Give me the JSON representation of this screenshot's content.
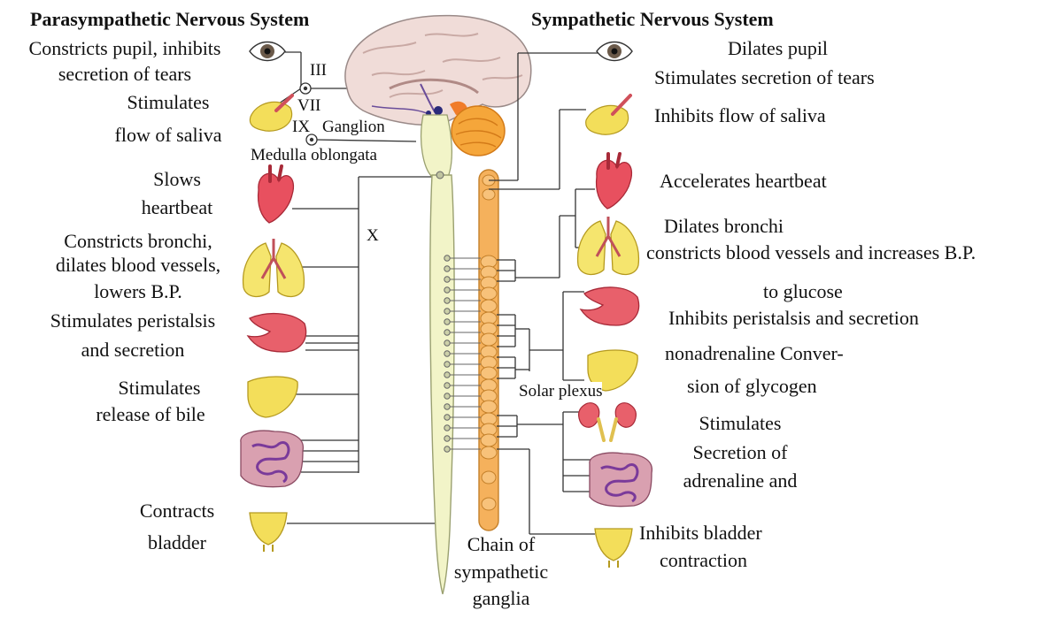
{
  "headings": {
    "parasympathetic": "Parasympathetic Nervous System",
    "sympathetic": "Sympathetic Nervous System"
  },
  "parasympathetic_effects": {
    "eye_line1": "Constricts pupil, inhibits",
    "eye_line2": "secretion of tears",
    "saliva_line1": "Stimulates",
    "saliva_line2": "flow of saliva",
    "heart_line1": "Slows",
    "heart_line2": "heartbeat",
    "lungs_line1": "Constricts bronchi,",
    "lungs_line2": "dilates blood vessels,",
    "lungs_line3": "lowers B.P.",
    "stomach_line1": "Stimulates peristalsis",
    "stomach_line2": "and secretion",
    "liver_line1": "Stimulates",
    "liver_line2": "release of bile",
    "bladder_line1": "Contracts",
    "bladder_line2": "bladder"
  },
  "nerve_labels": {
    "cn3": "III",
    "cn7": "VII",
    "cn9": "IX",
    "ganglion": "Ganglion",
    "medulla": "Medulla oblongata",
    "vagus": "X",
    "solar_plexus": "Solar plexus"
  },
  "sympathetic_effects": {
    "pupil": "Dilates pupil",
    "tears": "Stimulates secretion of tears",
    "saliva": "Inhibits flow of saliva",
    "heart": "Accelerates heartbeat",
    "bronchi": "Dilates bronchi",
    "vessels": "constricts blood vessels and increases B.P.",
    "glucose": "to glucose",
    "peristalsis": "Inhibits peristalsis and secretion",
    "glycogen_line1": "nonadrenaline Conver-",
    "glycogen_line2": "sion of glycogen",
    "adrenal_line1": "Stimulates",
    "adrenal_line2": "Secretion of",
    "adrenal_line3": "adrenaline and",
    "bladder_line1": "Inhibits bladder",
    "bladder_line2": "contraction"
  },
  "chain_label": {
    "line1": "Chain of",
    "line2": "sympathetic",
    "line3": "ganglia"
  },
  "colors": {
    "spinal_cord": "#f2f4c8",
    "sympathetic_chain": "#f5b15c",
    "heart": "#e8505f",
    "organ_yellow": "#f3de5a",
    "lung_yellow": "#f5e56e",
    "stomach": "#e8606b",
    "intestine": "#a45bb0",
    "cerebellum": "#f59a2c",
    "brain": "#f0dcd8"
  }
}
